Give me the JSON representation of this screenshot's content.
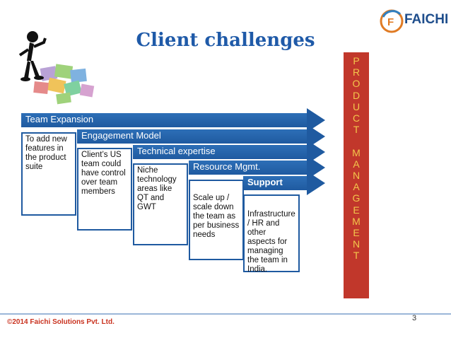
{
  "title": "Client challenges",
  "logo": {
    "text": "FAICHI",
    "mark": "F"
  },
  "rail": {
    "letters": [
      "P",
      "R",
      "O",
      "D",
      "U",
      "C",
      "T",
      "",
      "M",
      "A",
      "N",
      "A",
      "G",
      "E",
      "M",
      "E",
      "N",
      "T"
    ]
  },
  "steps": [
    {
      "label": "Team Expansion",
      "text": "To add new features in the product suite"
    },
    {
      "label": "Engagement Model",
      "text": "Client’s US team could have control over team members"
    },
    {
      "label": "Technical expertise",
      "text": "Niche technology areas like QT and GWT"
    },
    {
      "label": "Resource Mgmt.",
      "text": "Scale up / scale down the team as per business needs"
    },
    {
      "label": "Support",
      "text": "Infrastructure / HR and other aspects for managing the team in India."
    }
  ],
  "footer": {
    "copyright": "©2014  Faichi Solutions Pvt. Ltd.",
    "page": "3"
  },
  "colors": {
    "title": "#1f5aa8",
    "arrow": "#1f5aa0",
    "rail": "#c1372b",
    "rail_text": "#f3c64b",
    "copyright": "#c9321f"
  }
}
